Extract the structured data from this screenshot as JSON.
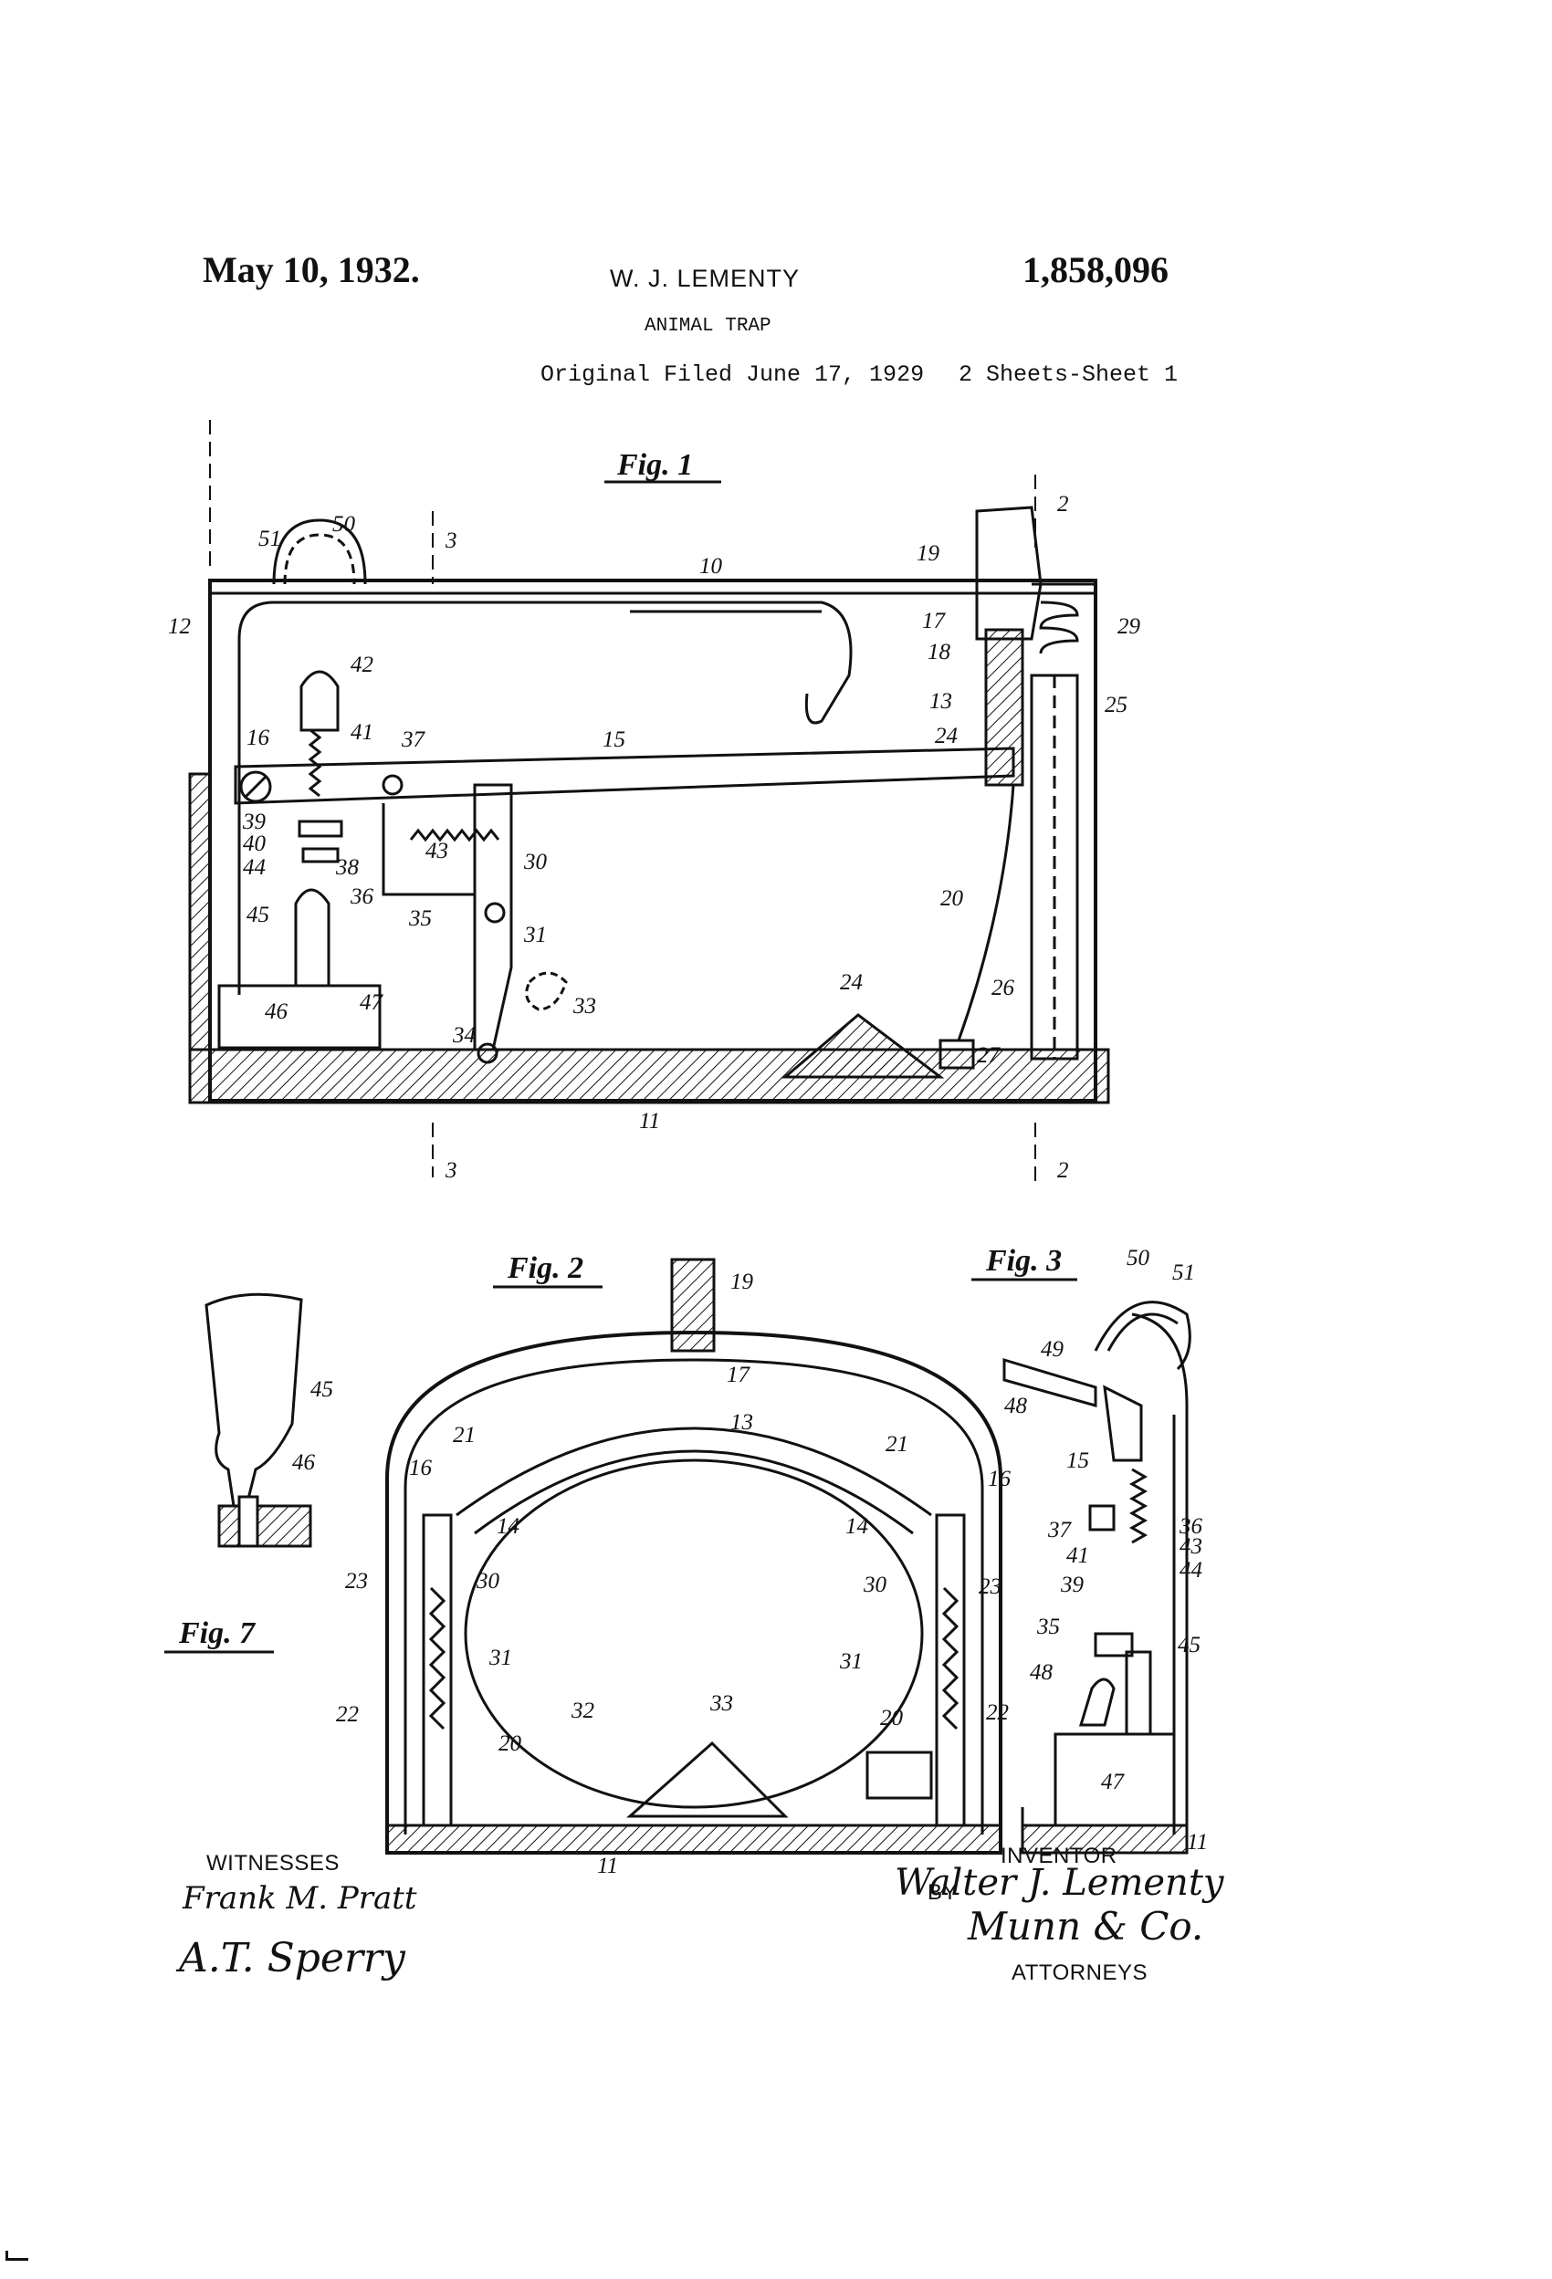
{
  "header": {
    "date": "May 10, 1932.",
    "inventor": "W. J. LEMENTY",
    "patent_number": "1,858,096",
    "title": "ANIMAL TRAP",
    "filed": "Original Filed June 17, 1929",
    "sheets": "2 Sheets-Sheet 1"
  },
  "figures": {
    "fig1": "Fig. 1",
    "fig2": "Fig. 2",
    "fig3": "Fig. 3",
    "fig7": "Fig. 7"
  },
  "section_marks": {
    "s3": "3",
    "s2": "2"
  },
  "fig1_labels": [
    "51",
    "50",
    "10",
    "19",
    "12",
    "17",
    "29",
    "18",
    "42",
    "25",
    "13",
    "16",
    "41",
    "37",
    "15",
    "24",
    "39",
    "40",
    "43",
    "30",
    "44",
    "38",
    "36",
    "35",
    "20",
    "45",
    "31",
    "26",
    "24",
    "46",
    "47",
    "33",
    "34",
    "27",
    "11"
  ],
  "fig2_labels": [
    "19",
    "17",
    "13",
    "21",
    "21",
    "16",
    "14",
    "14",
    "16",
    "23",
    "30",
    "30",
    "23",
    "31",
    "31",
    "22",
    "32",
    "33",
    "20",
    "20",
    "22",
    "11"
  ],
  "fig3_labels": [
    "50",
    "51",
    "49",
    "48",
    "15",
    "37",
    "36",
    "43",
    "41",
    "44",
    "39",
    "35",
    "45",
    "48",
    "47",
    "11"
  ],
  "fig7_labels": [
    "45",
    "46"
  ],
  "signatures": {
    "witnesses_heading": "WITNESSES",
    "witness_1": "Frank M. Pratt",
    "witness_2": "A.T. Sperry",
    "inventor_heading": "INVENTOR",
    "inventor_name": "Walter J. Lementy",
    "by": "BY",
    "attorney_signature": "Munn & Co.",
    "attorneys_heading": "ATTORNEYS"
  }
}
